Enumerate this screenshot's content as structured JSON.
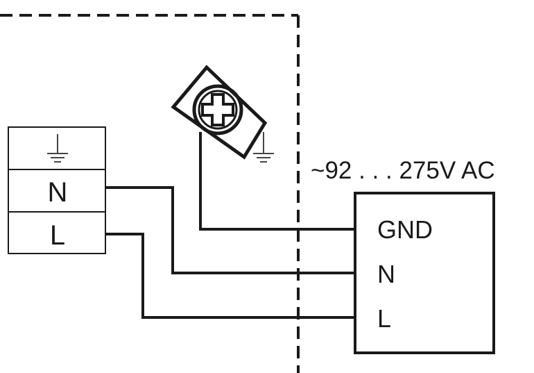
{
  "terminal_block": {
    "rows": [
      {
        "id": "earth",
        "icon": "ground-icon"
      },
      {
        "id": "neutral",
        "label": "N"
      },
      {
        "id": "line",
        "label": "L"
      }
    ]
  },
  "screw_terminal": {
    "icon": "ground-screw-icon"
  },
  "supply_label": "~92 . . . 275V AC",
  "device": {
    "terminals": [
      "GND",
      "N",
      "L"
    ]
  },
  "colors": {
    "line": "#1a1a1a",
    "background": "#ffffff"
  }
}
